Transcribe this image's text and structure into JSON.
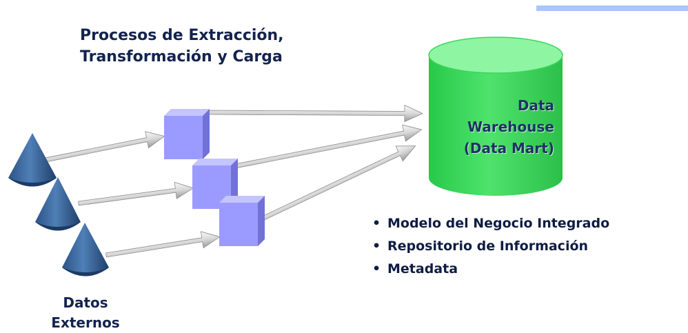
{
  "etl_title": {
    "line1": "Procesos de Extracción,",
    "line2": "Transformación y Carga"
  },
  "warehouse": {
    "line1": "Data",
    "line2": "Warehouse",
    "line3": "(Data Mart)"
  },
  "features": [
    {
      "bullet": "•",
      "label": "Modelo del Negocio Integrado"
    },
    {
      "bullet": "•",
      "label": "Repositorio de Información"
    },
    {
      "bullet": "•",
      "label": "Metadata"
    }
  ],
  "external_sources": {
    "line1": "Datos",
    "line2": "Externos"
  },
  "colors": {
    "text": "#13234f",
    "cylinder": "#3fd85e",
    "cube": "#9b9bff",
    "cone": "#3c6aa0",
    "accent_bar": "#a9c6ff"
  }
}
